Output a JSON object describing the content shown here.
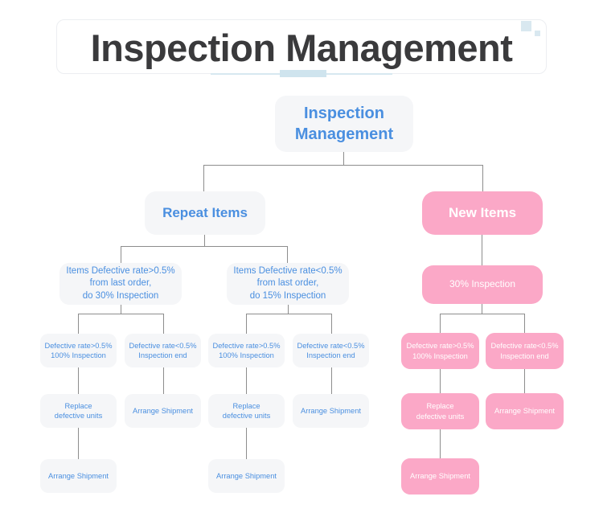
{
  "header": {
    "title": "Inspection Management",
    "decoration_color": "#d9e8f0",
    "rule_color": "#cfe4ee"
  },
  "theme": {
    "blue_node_bg": "#f5f6f8",
    "blue_node_text": "#4a8fe0",
    "pink_node_bg": "#fba8c7",
    "pink_node_text": "#ffffff",
    "connector_color": "#8d8d8d",
    "page_bg": "#ffffff"
  },
  "diagram": {
    "root": {
      "label": "Inspection\nManagement",
      "style": "blue"
    },
    "branches": [
      {
        "label": "Repeat Items",
        "style": "blue",
        "children": [
          {
            "label": "Items Defective rate>0.5%\nfrom last order,\ndo 30% Inspection",
            "style": "blue",
            "children": [
              {
                "label": "Defective rate>0.5%\n100% Inspection",
                "style": "blue",
                "children": [
                  {
                    "label": "Replace\ndefective units",
                    "style": "blue",
                    "children": [
                      {
                        "label": "Arrange Shipment",
                        "style": "blue"
                      }
                    ]
                  }
                ]
              },
              {
                "label": "Defective rate<0.5%\nInspection end",
                "style": "blue",
                "children": [
                  {
                    "label": "Arrange Shipment",
                    "style": "blue"
                  }
                ]
              }
            ]
          },
          {
            "label": "Items Defective rate<0.5%\nfrom last order,\ndo 15% Inspection",
            "style": "blue",
            "children": [
              {
                "label": "Defective rate>0.5%\n100% Inspection",
                "style": "blue",
                "children": [
                  {
                    "label": "Replace\ndefective units",
                    "style": "blue",
                    "children": [
                      {
                        "label": "Arrange Shipment",
                        "style": "blue"
                      }
                    ]
                  }
                ]
              },
              {
                "label": "Defective rate<0.5%\nInspection end",
                "style": "blue",
                "children": [
                  {
                    "label": "Arrange Shipment",
                    "style": "blue"
                  }
                ]
              }
            ]
          }
        ]
      },
      {
        "label": "New Items",
        "style": "pink",
        "children": [
          {
            "label": "30% Inspection",
            "style": "pink",
            "children": [
              {
                "label": "Defective rate>0.5%\n100% Inspection",
                "style": "pink",
                "children": [
                  {
                    "label": "Replace\ndefective units",
                    "style": "pink",
                    "children": [
                      {
                        "label": "Arrange Shipment",
                        "style": "pink"
                      }
                    ]
                  }
                ]
              },
              {
                "label": "Defective rate<0.5%\nInspection end",
                "style": "pink",
                "children": [
                  {
                    "label": "Arrange Shipment",
                    "style": "pink"
                  }
                ]
              }
            ]
          }
        ]
      }
    ]
  }
}
